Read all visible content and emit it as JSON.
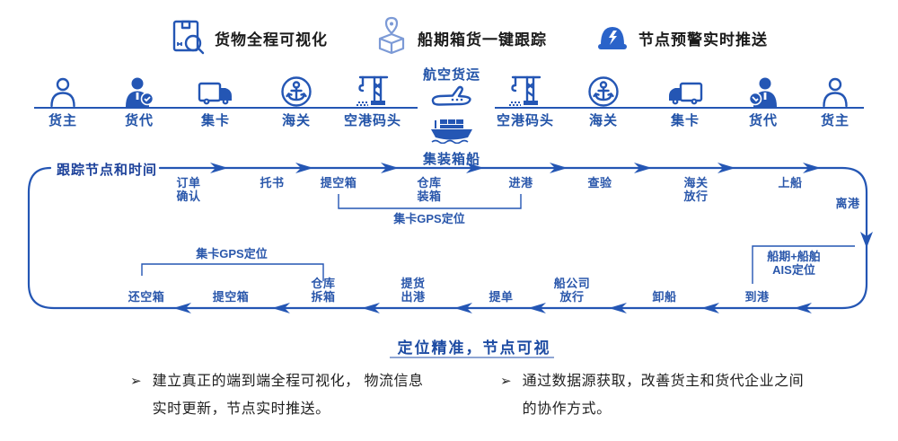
{
  "colors": {
    "primary_blue": "#2456B4",
    "bright_blue": "#2A63C9",
    "light_blue": "#7C9AD6",
    "heading_blue": "#1E4CA3",
    "node_blue": "#2A57AB",
    "text_black": "#1F1F1F"
  },
  "features": [
    {
      "icon": "package-search-icon",
      "label": "货物全程可视化"
    },
    {
      "icon": "box-location-icon",
      "label": "船期箱货一键跟踪"
    },
    {
      "icon": "alert-bell-icon",
      "label": "节点预警实时推送"
    }
  ],
  "chain": {
    "left": [
      {
        "icon": "person-outline-icon",
        "label": "货主"
      },
      {
        "icon": "person-badge-icon",
        "label": "货代"
      },
      {
        "icon": "truck-icon",
        "label": "集卡"
      },
      {
        "icon": "anchor-icon",
        "label": "海关"
      },
      {
        "icon": "crane-icon",
        "label": "空港码头"
      }
    ],
    "center": {
      "top_label": "航空货运",
      "top_icon": "airplane-icon",
      "bottom_icon": "container-ship-icon",
      "bottom_label": "集装箱船"
    },
    "right": [
      {
        "icon": "crane-icon",
        "label": "空港码头"
      },
      {
        "icon": "anchor-icon",
        "label": "海关"
      },
      {
        "icon": "truck-icon",
        "label": "集卡"
      },
      {
        "icon": "person-badge-icon",
        "label": "货代"
      },
      {
        "icon": "person-outline-icon",
        "label": "货主"
      }
    ]
  },
  "flow": {
    "title": "跟踪节点和时间",
    "forward_nodes": [
      "订单\n确认",
      "托书",
      "提空箱",
      "仓库\n装箱",
      "进港",
      "查验",
      "海关\n放行",
      "上船"
    ],
    "corner_node": "离港",
    "return_nodes": [
      "还空箱",
      "提空箱",
      "仓库\n拆箱",
      "提货\n出港",
      "提单",
      "船公司\n放行",
      "卸船",
      "到港"
    ],
    "annotations": {
      "gps_top": "集卡GPS定位",
      "gps_bottom": "集卡GPS定位",
      "ais": "船期+船舶\nAIS定位"
    }
  },
  "summary": {
    "heading": "定位精准，节点可视",
    "bullet_marker": "➢",
    "bullets": [
      "建立真正的端到端全程可视化， 物流信息\n实时更新，节点实时推送。",
      "通过数据源获取，改善货主和货代企业之间\n的协作方式。"
    ]
  }
}
